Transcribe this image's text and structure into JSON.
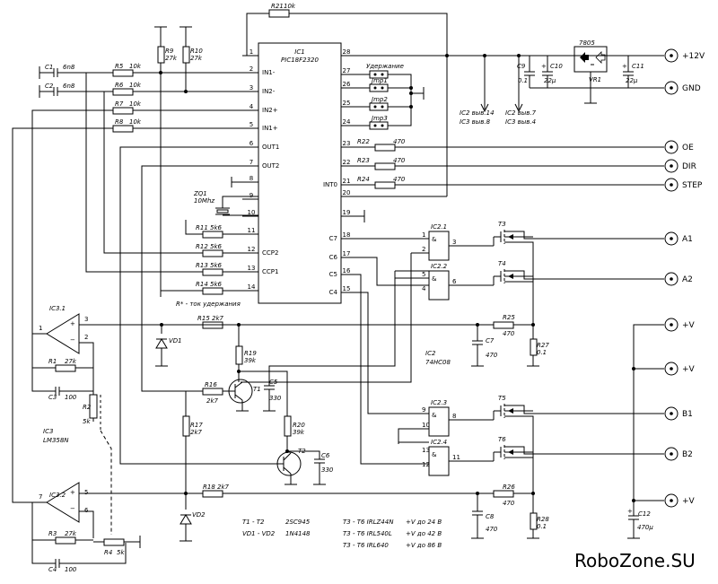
{
  "ic1": {
    "ref": "IC1",
    "part": "PIC18F2320",
    "left_pins": [
      {
        "n": "1",
        "name": ""
      },
      {
        "n": "2",
        "name": "IN1-"
      },
      {
        "n": "3",
        "name": "IN2-"
      },
      {
        "n": "4",
        "name": "IN2+"
      },
      {
        "n": "5",
        "name": "IN1+"
      },
      {
        "n": "6",
        "name": "OUT1"
      },
      {
        "n": "7",
        "name": "OUT2"
      },
      {
        "n": "8",
        "name": ""
      },
      {
        "n": "9",
        "name": ""
      },
      {
        "n": "10",
        "name": ""
      },
      {
        "n": "11",
        "name": ""
      },
      {
        "n": "12",
        "name": "CCP2"
      },
      {
        "n": "13",
        "name": "CCP1"
      },
      {
        "n": "14",
        "name": ""
      }
    ],
    "right_pins": [
      {
        "n": "28",
        "name": ""
      },
      {
        "n": "27",
        "name": ""
      },
      {
        "n": "26",
        "name": ""
      },
      {
        "n": "25",
        "name": ""
      },
      {
        "n": "24",
        "name": ""
      },
      {
        "n": "23",
        "name": ""
      },
      {
        "n": "22",
        "name": ""
      },
      {
        "n": "21",
        "name": "INT0"
      },
      {
        "n": "20",
        "name": ""
      },
      {
        "n": "19",
        "name": ""
      },
      {
        "n": "18",
        "name": "C7"
      },
      {
        "n": "17",
        "name": "C6"
      },
      {
        "n": "16",
        "name": "C5"
      },
      {
        "n": "15",
        "name": "C4"
      }
    ]
  },
  "jumpers": {
    "title": "Удержание",
    "j1": "Jmp1",
    "j2": "Jmp2",
    "j3": "Jmp3"
  },
  "resistors": {
    "r21": "R21",
    "r21v": "10k",
    "r9": "R9",
    "r9v": "27k",
    "r10": "R10",
    "r10v": "27k",
    "r5": "R5",
    "r5v": "10k",
    "r6": "R6",
    "r6v": "10k",
    "r7": "R7",
    "r7v": "10k",
    "r8": "R8",
    "r8v": "10k",
    "r22": "R22",
    "r22v": "470",
    "r23": "R23",
    "r23v": "470",
    "r24": "R24",
    "r24v": "470",
    "r11": "R11",
    "r11v": "5k6",
    "r12": "R12",
    "r12v": "5k6",
    "r13": "R13",
    "r13v": "5k6",
    "r14": "R14",
    "r14v": "5k6",
    "r15": "R15",
    "r15v": "2k7",
    "r25": "R25",
    "r25v": "470",
    "r27": "R27",
    "r27v": "0.1",
    "r19": "R19",
    "r19v": "39k",
    "r16": "R16",
    "r16v": "2k7",
    "r17": "R17",
    "r17v": "2k7",
    "r20": "R20",
    "r20v": "39k",
    "r1": "R1",
    "r1v": "27k",
    "r18": "R18",
    "r18v": "2k7",
    "r26": "R26",
    "r26v": "470",
    "r28": "R28",
    "r28v": "0.1",
    "r3": "R3",
    "r3v": "27k",
    "r2": "R2",
    "r2v": "5k",
    "r4": "R4",
    "r4v": "5k"
  },
  "capacitors": {
    "c1": "C1",
    "c1v": "6n8",
    "c2": "C2",
    "c2v": "6n8",
    "c9": "C9",
    "c9v": "0.1",
    "c10": "C10",
    "c10v": "22µ",
    "c11": "C11",
    "c11v": "22µ",
    "c5": "C5",
    "c5v": "330",
    "c6": "C6",
    "c6v": "330",
    "c3": "C3",
    "c3v": "100",
    "c4": "C4",
    "c4v": "100",
    "c7": "C7",
    "c7v": "470",
    "c8": "C8",
    "c8v": "470",
    "c12": "C12",
    "c12v": "470µ"
  },
  "regulator": {
    "part": "7805",
    "ref": "VR1"
  },
  "crystal": {
    "ref": "ZQ1",
    "freq": "10Mhz"
  },
  "power_notes": {
    "n1": "IC2 выв.14",
    "n2": "IC3 выв.8",
    "n3": "IC2 выв.7",
    "n4": "IC3 выв.4"
  },
  "ic2": {
    "ref": "IC2",
    "part": "74HC08",
    "g1": "IC2.1",
    "g2": "IC2.2",
    "g3": "IC2.3",
    "g4": "IC2.4",
    "amp": "&"
  },
  "ic3": {
    "ref": "IC3",
    "part": "LM358N",
    "a1": "IC3.1",
    "a2": "IC3.2"
  },
  "transistors": {
    "t1": "T1",
    "t2": "T2",
    "t3": "T3",
    "t4": "T4",
    "t5": "T5",
    "t6": "T6"
  },
  "diodes": {
    "vd1": "VD1",
    "vd2": "VD2"
  },
  "connectors": {
    "p12v": "+12V",
    "gnd": "GND",
    "oe": "OE",
    "dir": "DIR",
    "step": "STEP",
    "a1": "A1",
    "a2": "A2",
    "v1": "+V",
    "v2": "+V",
    "b1": "B1",
    "b2": "B2",
    "v3": "+V"
  },
  "notes": {
    "rhold": "R* - ток удержания",
    "t1t2": "T1 - T2",
    "t1t2v": "2SC945",
    "vd": "VD1 - VD2",
    "vdv": "1N4148",
    "n1": "T3 - T6 IRLZ44N",
    "n1v": "+V до 24 В",
    "n2": "T3 - T6 IRL540L",
    "n2v": "+V до 42 В",
    "n3": "T3 - T6 IRL640",
    "n3v": "+V до 86 В"
  },
  "brand": "RoboZone.SU"
}
